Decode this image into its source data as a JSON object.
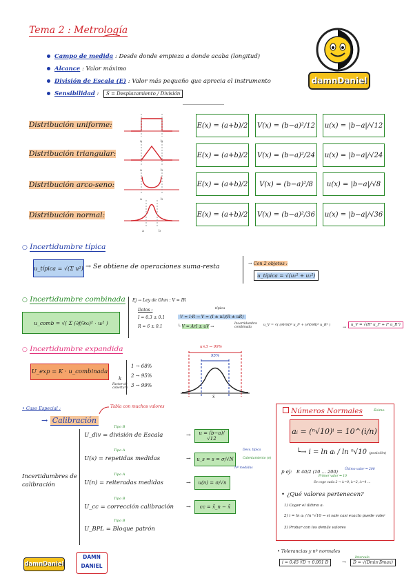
{
  "title": "Tema 2 : Metrología",
  "logo_text": "damnDaniel",
  "defs": [
    {
      "term": "Campo de medida",
      "text": ": Desde donde empieza a donde acaba (longitud)"
    },
    {
      "term": "Alcance",
      "text": ": Valor máximo"
    },
    {
      "term": "División de Escala (E)",
      "text": ": Valor más pequeño que aprecia el instrumento"
    },
    {
      "term": "Sensibilidad",
      "text": ":",
      "box": "S = Desplazamiento / División"
    }
  ],
  "distributions": [
    {
      "name": "Distribución uniforme:",
      "E": "E(x) = (a+b)/2",
      "V": "V(x) = (b−a)²/12",
      "u": "u(x) = |b−a|/√12"
    },
    {
      "name": "Distribución triangular:",
      "E": "E(x) = (a+b)/2",
      "V": "V(x) = (b−a)²/24",
      "u": "u(x) = |b−a|/√24"
    },
    {
      "name": "Distribución arco-seno:",
      "E": "E(x) = (a+b)/2",
      "V": "V(x) = (b−a)²/8",
      "u": "u(x) = |b−a|/√8"
    },
    {
      "name": "Distribución normal:",
      "E": "E(x) = (a+b)/2",
      "V": "V(x) = (b−a)²/36",
      "u": "u(x) = |b−a|/√36"
    }
  ],
  "axis_labels": {
    "a": "a",
    "b": "b"
  },
  "tipica": {
    "heading": "Incertidumbre típica",
    "formula": "u_típica = √(Σ u²)",
    "desc": "→ Se obtiene de operaciones suma-resta",
    "con2": "Con 2 objetos :",
    "formula2": "u_típica = √(u₁² + u₂²)"
  },
  "combinada": {
    "heading": "Incertidumbre combinada",
    "formula": "u_comb = √( Σ (∂f/∂xᵢ)² · uᵢ² )",
    "ej": "Ej → Ley de Ohm : V = IR",
    "datos": "Datos :",
    "d1": "I = 0.3 ± 0.1",
    "d2": "R = 6 ± 0.1",
    "step1": "V = I·R → V = (I ± uI)(R ± uR)",
    "step_note": "típica",
    "step2": "V = ArI ± uV",
    "incert_comb": "Incertidumbre combinada",
    "formula_ex": "u_V = √( (∂V/∂I)² u_I² + (∂V/∂R)² u_R² )",
    "result": "u_V = √(R² u_I² + I² u_R²)"
  },
  "expandida": {
    "heading": "Incertidumbre expandida",
    "formula": "U_exp = K · u_combinada",
    "k_label": "k",
    "k_sub": "Factor de cobertura",
    "k_rows": [
      "1 → 68%",
      "2 → 95%",
      "3 → 99%"
    ],
    "pct1": "u×3 → 99%",
    "pct2": "95%",
    "mu": "x̄"
  },
  "caso": {
    "heading": "Caso Especial :",
    "calib": "Calibración",
    "note": "Tabla con muchos valores",
    "side_label": "Incertidumbres de calibración",
    "rows": [
      {
        "tipo": "Tipo B",
        "lhs": "U_div = división de Escala",
        "box": "u = (b−a)/√12"
      },
      {
        "tipo": "Tipo A",
        "lhs": "U(s) = repetidas medidas",
        "box": "u_s = s = σ/√N",
        "n1": "Desv. típica",
        "n2": "Calentamiento (σ)",
        "n3": "Nº medidas"
      },
      {
        "tipo": "Tipo A",
        "lhs": "U(n) = reiteradas medidas",
        "box": "u(n) = σ/√n"
      },
      {
        "tipo": "Tipo B",
        "lhs": "U_cc = corrección calibración",
        "box": "cc = x̄_n − x̄"
      },
      {
        "tipo": "Tipo B",
        "lhs": "U_BPL = Bloque patrón",
        "box": ""
      }
    ]
  },
  "normales": {
    "heading": "Números Normales",
    "note": "Ésimo",
    "formula": "aᵢ = (ⁿ√10)ⁱ = 10^(i/n)",
    "formula2": "i = ln aᵢ / ln ⁿ√10",
    "f2note": "(posición)",
    "pej": "p ej:",
    "pej_expr": "R 40/2 (10 … 200)",
    "pej_n1": "Último valor ⇒ 200",
    "pej_n2": "Primer valor ⇒ 10",
    "pej_n3": "Se coge cada 2 → i₁=0, i₂=2, i₃=4 …",
    "q": "• ¿Qué valores pertenecen?",
    "q1": "1) Coger el último aᵢ",
    "q2": "2) i = ln aᵢ / ln ⁿ√10 → si sale casi exacto puede valer",
    "q3": "3) Probar con los demás valores"
  },
  "tolerancias": {
    "heading": "• Tolerancias y nº normales",
    "f1": "i = 0.45 ∛D + 0.001 D",
    "f2": "D = √(Dmin·Dmax)",
    "note": "Intervalo"
  },
  "footer_logo_left": "damnDaniel",
  "footer_logo_right": "DAMN DANIEL"
}
